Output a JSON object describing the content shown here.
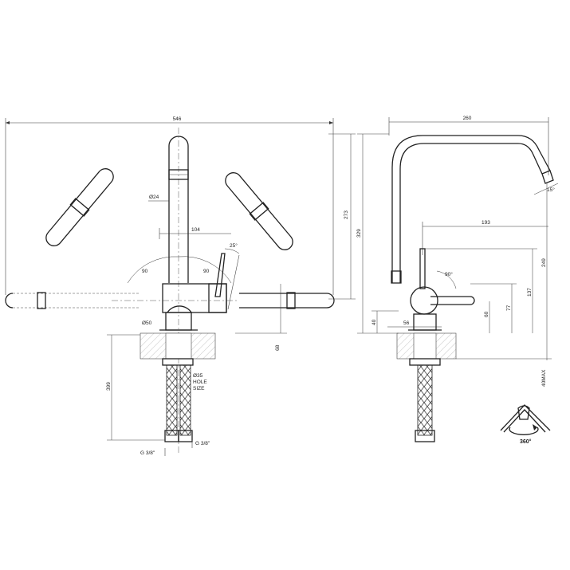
{
  "front_view": {
    "overall_width": "546",
    "outlet_diameter": "Ø24",
    "handle_offset": "104",
    "handle_angle": "25°",
    "swing_left": "90",
    "swing_right": "90",
    "base_diameter": "Ø50",
    "overall_height": "273",
    "lever_height": "68",
    "hole_size_value": "Ø35",
    "hole_size_label_1": "HOLE",
    "hole_size_label_2": "SIZE",
    "hose_length": "399",
    "thread_left": "G 3/8\"",
    "thread_right": "G 3/8\""
  },
  "side_view": {
    "reach": "260",
    "spout_angle": "15°",
    "lever_reach": "193",
    "lever_angle": "90°",
    "total_height": "329",
    "spout_height": "249",
    "lever_top_height": "137",
    "lever_mid_height": "77",
    "lever_low_height": "60",
    "base_height": "40",
    "base_width": "56",
    "max_deck": "40MAX"
  },
  "rotation": {
    "label": "360°"
  }
}
